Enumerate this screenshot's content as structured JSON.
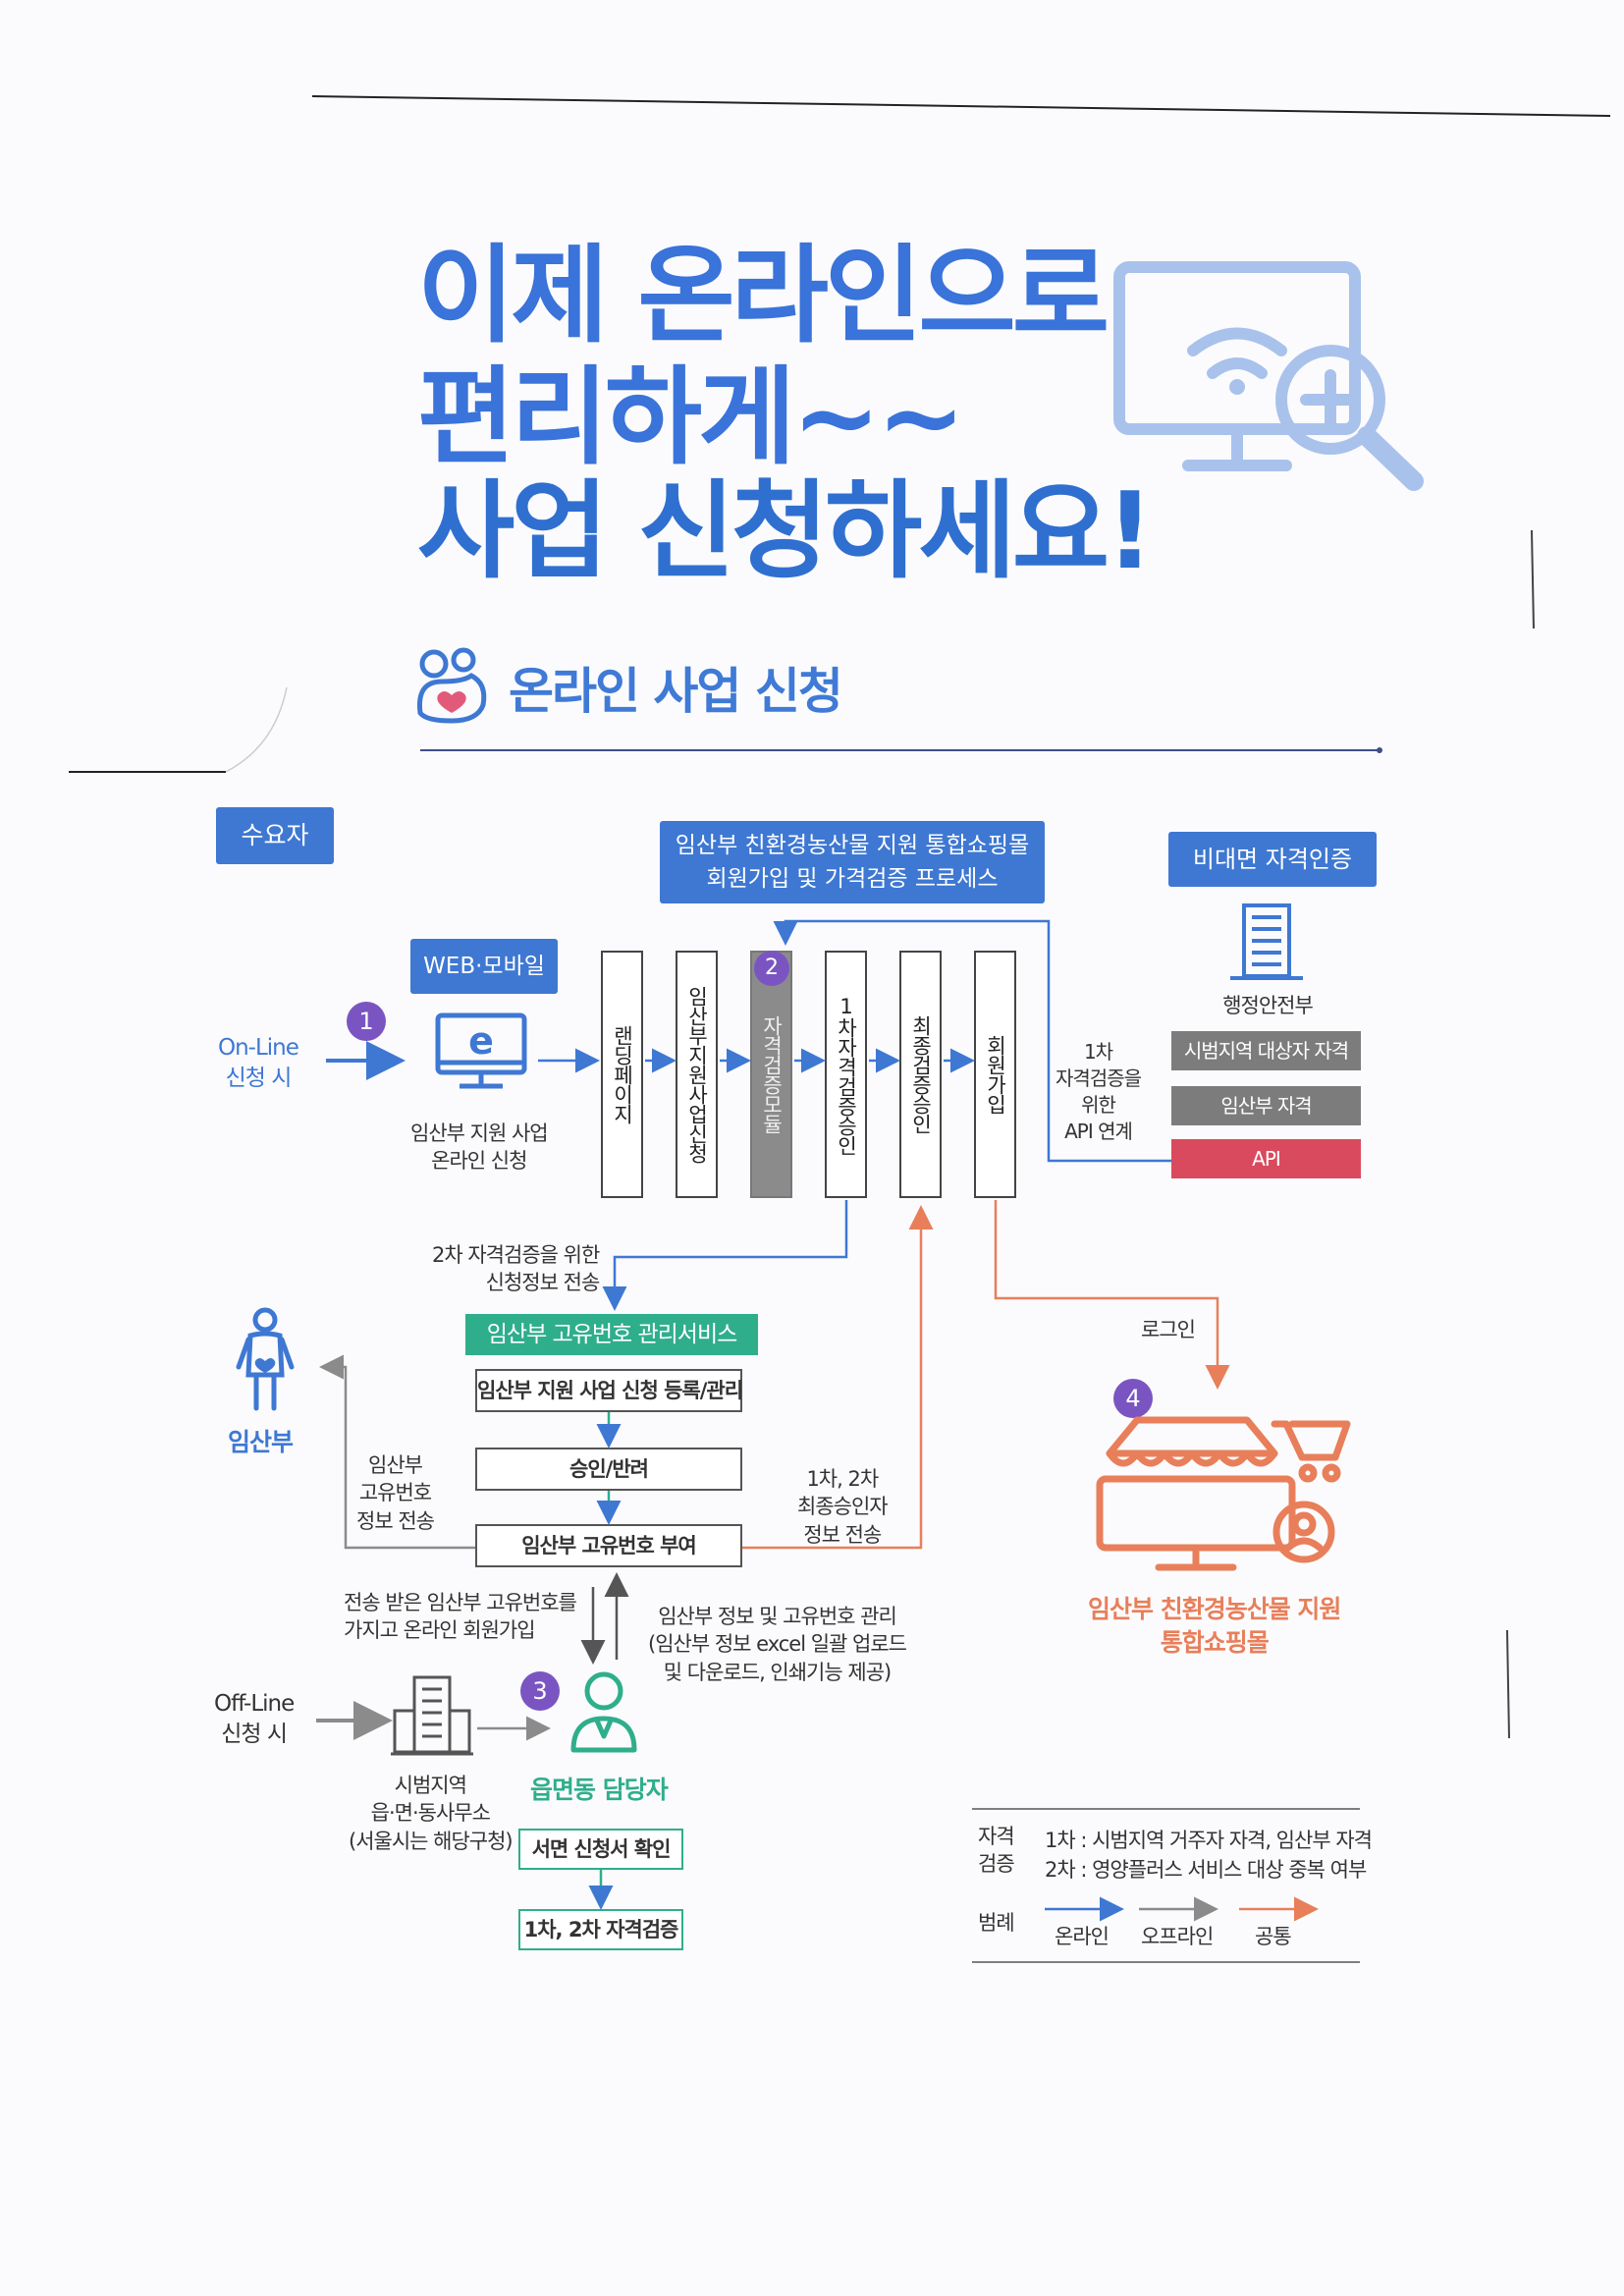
{
  "heading": {
    "line1": "이제 온라인으로",
    "line2": "편리하게~~",
    "line3": "사업 신청하세요!"
  },
  "section_title": "온라인 사업 신청",
  "tags": {
    "consumer": "수요자",
    "process_line1": "임산부 친환경농산물 지원 통합쇼핑몰",
    "process_line2": "회원가입 및 가격검증 프로세스",
    "nonface": "비대면 자격인증",
    "web_mobile": "WEB·모바일"
  },
  "online": {
    "label_line1": "On-Line",
    "label_line2": "신청 시",
    "step": "1",
    "apply_line1": "임산부 지원 사업",
    "apply_line2": "온라인 신청"
  },
  "process_columns": [
    "랜딩페이지",
    "임산부지원사업신청",
    "자격검증모듈",
    "1차자격검증승인",
    "최종검증승인",
    "회원가입"
  ],
  "step2": "2",
  "api_note": [
    "1차",
    "자격검증을",
    "위한",
    "API 연계"
  ],
  "ministry": {
    "name": "행정안전부",
    "items": [
      "시범지역 대상자 자격",
      "임산부 자격"
    ],
    "api": "API"
  },
  "transfer_note": [
    "2차 자격검증을 위한",
    "신청정보 전송"
  ],
  "unique_service": {
    "title": "임산부 고유번호 관리서비스",
    "register": "임산부 지원 사업 신청 등록/관리",
    "approve": "승인/반려",
    "assign": "임산부 고유번호 부여"
  },
  "pregnant": {
    "label": "임산부",
    "send_note": [
      "임산부",
      "고유번호",
      "정보 전송"
    ]
  },
  "final_note": [
    "1차, 2차",
    "최종승인자",
    "정보 전송"
  ],
  "login": "로그인",
  "step4": "4",
  "mall_label": [
    "임산부 친환경농산물 지원",
    "통합쇼핑몰"
  ],
  "signup_note": [
    "전송 받은 임산부 고유번호를",
    "가지고 온라인 회원가입"
  ],
  "manage_note": [
    "임산부 정보 및 고유번호 관리",
    "(임산부 정보 excel 일괄 업로드",
    "및 다운로드, 인쇄기능 제공)"
  ],
  "offline": {
    "label_line1": "Off-Line",
    "label_line2": "신청 시",
    "office": [
      "시범지역",
      "읍·면·동사무소",
      "(서울시는 해당구청)"
    ],
    "step": "3",
    "staff": "읍면동 담당자",
    "confirm": "서면 신청서 확인",
    "verify": "1차, 2차 자격검증"
  },
  "legend": {
    "qual_label": [
      "자격",
      "검증"
    ],
    "qual_1": "1차 : 시범지역 거주자 자격, 임산부 자격",
    "qual_2": "2차 : 영양플러스 서비스 대상 중복 여부",
    "legend_label": "범례",
    "online": "온라인",
    "offline": "오프라인",
    "common": "공통"
  },
  "colors": {
    "blue": "#3e78d3",
    "orange": "#e87f5a",
    "green": "#2fae8c",
    "gray": "#8b8b8b",
    "purple": "#7a55c2",
    "red": "#d94a5e"
  }
}
